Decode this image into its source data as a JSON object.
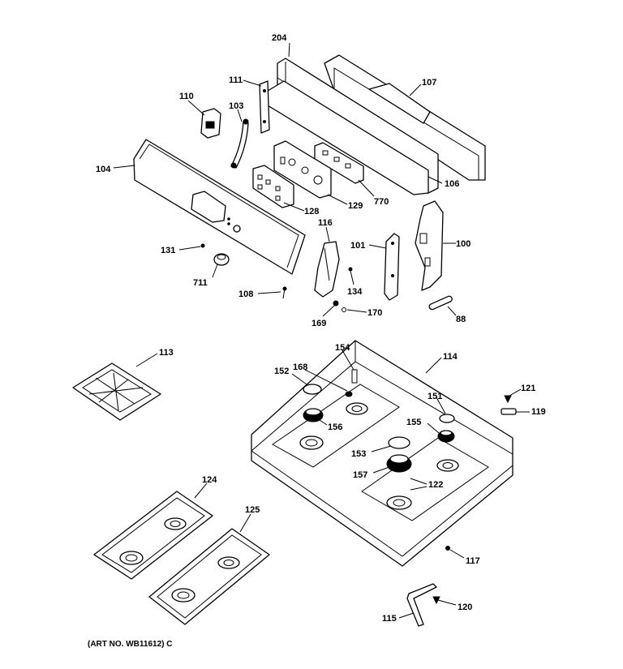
{
  "caption": "(ART NO. WB11612) C",
  "part_labels": {
    "p204": "204",
    "p107": "107",
    "p111": "111",
    "p110": "110",
    "p103": "103",
    "p104": "104",
    "p106": "106",
    "p770": "770",
    "p129": "129",
    "p128": "128",
    "p116": "116",
    "p101": "101",
    "p100": "100",
    "p131": "131",
    "p711": "711",
    "p134": "134",
    "p108": "108",
    "p170": "170",
    "p169": "169",
    "p88": "88",
    "p113": "113",
    "p154": "154",
    "p114": "114",
    "p152": "152",
    "p168": "168",
    "p151": "151",
    "p121": "121",
    "p119": "119",
    "p156": "156",
    "p155": "155",
    "p153": "153",
    "p157": "157",
    "p122": "122",
    "p124": "124",
    "p125": "125",
    "p117": "117",
    "p120": "120",
    "p115": "115"
  }
}
